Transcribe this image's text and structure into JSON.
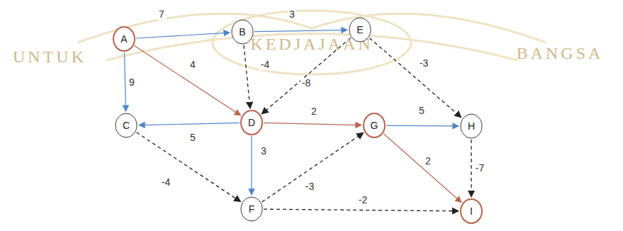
{
  "diagram": {
    "nodes": [
      {
        "text": [
          "A"
        ]
      },
      {
        "text": [
          "B"
        ]
      },
      {
        "text": [
          "E"
        ]
      },
      {
        "text": [
          "C"
        ]
      },
      {
        "text": [
          "D"
        ]
      },
      {
        "text": [
          "G"
        ]
      },
      {
        "text": [
          "H"
        ]
      },
      {
        "text": [
          "F"
        ]
      },
      {
        "text": [
          "I"
        ]
      }
    ],
    "edges": [
      {
        "from": 0,
        "to": 1,
        "label": "7",
        "arrow": "to"
      },
      {
        "from": 1,
        "to": 2,
        "label": "3",
        "arrow": "to"
      },
      {
        "from": 0,
        "to": 3,
        "label": "9",
        "arrow": "to"
      },
      {
        "from": 0,
        "to": 4,
        "label": "4",
        "arrow": "to"
      },
      {
        "from": 1,
        "to": 4,
        "label": "-4",
        "arrow": "to"
      },
      {
        "from": 2,
        "to": 4,
        "label": "-8",
        "arrow": "to"
      },
      {
        "from": 2,
        "to": 6,
        "label": "-3",
        "arrow": "to"
      },
      {
        "from": 4,
        "to": 3,
        "label": "5",
        "arrow": "to"
      },
      {
        "from": 4,
        "to": 5,
        "label": "2",
        "arrow": "to"
      },
      {
        "from": 4,
        "to": 7,
        "label": "3",
        "arrow": "to"
      },
      {
        "from": 5,
        "to": 6,
        "label": "5",
        "arrow": "to"
      },
      {
        "from": 5,
        "to": 8,
        "label": "2",
        "arrow": "to"
      },
      {
        "from": 6,
        "to": 8,
        "label": "-7",
        "arrow": "to"
      },
      {
        "from": 3,
        "to": 7,
        "label": "-4",
        "arrow": "to"
      },
      {
        "from": 7,
        "to": 5,
        "label": "-3",
        "arrow": "to"
      },
      {
        "from": 7,
        "to": 8,
        "label": "-2",
        "arrow": "to"
      }
    ],
    "labels": [
      "UNTUK",
      "KEDJAJAAN",
      "BANGSA"
    ]
  }
}
